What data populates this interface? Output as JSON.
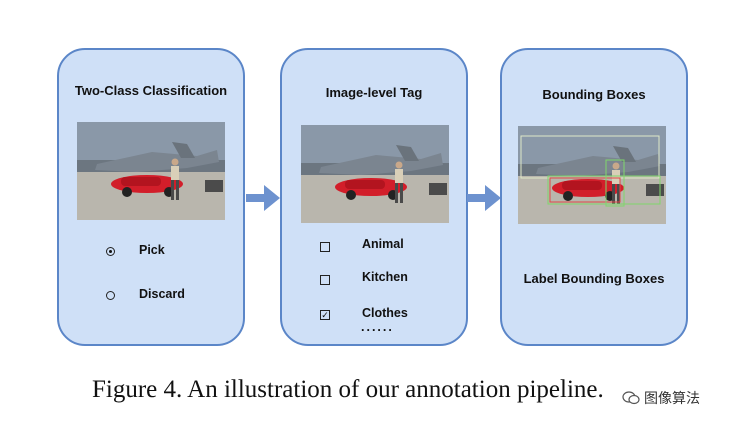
{
  "panels": [
    {
      "title": "Two-Class Classification",
      "options": [
        {
          "label": "Pick",
          "selected": true
        },
        {
          "label": "Discard",
          "selected": false
        }
      ]
    },
    {
      "title": "Image-level Tag",
      "tags": [
        {
          "label": "Animal",
          "checked": false
        },
        {
          "label": "Kitchen",
          "checked": false
        },
        {
          "label": "Clothes",
          "checked": true
        }
      ],
      "more": "......"
    },
    {
      "title": "Bounding Boxes",
      "action_label": "Label Bounding Boxes"
    }
  ],
  "caption": "Figure 4. An illustration of our annotation pipeline.",
  "watermark": "图像算法",
  "colors": {
    "panel_fill": "#cfe0f7",
    "panel_border": "#5b86c8",
    "arrow": "#6d92cf",
    "bbox_green": "#7fd66b",
    "bbox_red": "#e04848"
  }
}
